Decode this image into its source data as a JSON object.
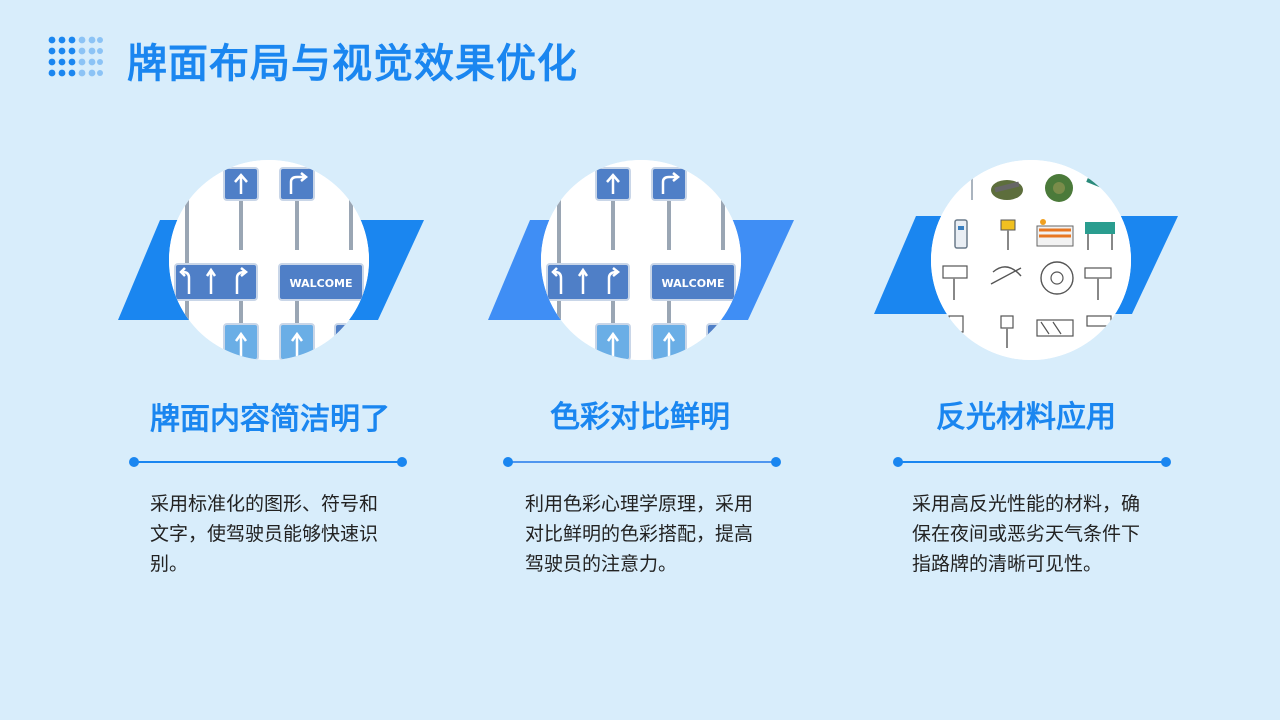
{
  "page": {
    "title": "牌面布局与视觉效果优化"
  },
  "colors": {
    "accent": "#1a86f0",
    "background": "#d8edfb",
    "sign_blue": "#4f7fc7",
    "sign_light": "#6aaee6"
  },
  "cards": [
    {
      "heading": "牌面内容简洁明了",
      "desc": "采用标准化的图形、符号和文字，使驾驶员能够快速识别。",
      "image_sign_text": "WALCOME"
    },
    {
      "heading": "色彩对比鲜明",
      "desc": "利用色彩心理学原理，采用对比鲜明的色彩搭配，提高驾驶员的注意力。",
      "image_sign_text": "WALCOME"
    },
    {
      "heading": "反光材料应用",
      "desc": "采用高反光性能的材料，确保在夜间或恶劣天气条件下指路牌的清晰可见性。"
    }
  ]
}
